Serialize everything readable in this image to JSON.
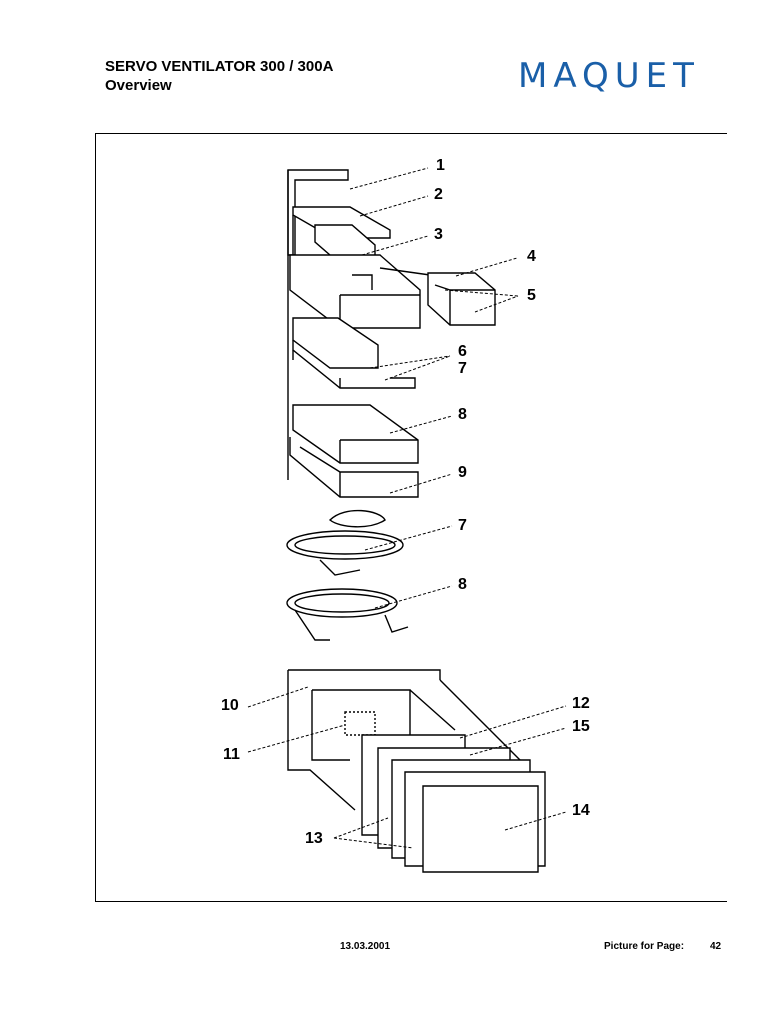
{
  "header": {
    "title_line1": "SERVO VENTILATOR 300 / 300A",
    "title_line2": "Overview",
    "logo_text": "MAQUET",
    "logo_color": "#1a5fa8"
  },
  "callouts": [
    "1",
    "2",
    "3",
    "4",
    "5",
    "6",
    "7",
    "8",
    "9",
    "7",
    "8",
    "10",
    "11",
    "12",
    "15",
    "14",
    "13"
  ],
  "footer": {
    "date": "13.03.2001",
    "label": "Picture for Page:",
    "page": "42"
  }
}
